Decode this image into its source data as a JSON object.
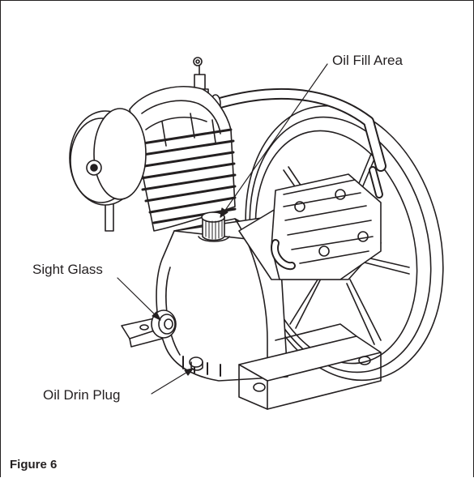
{
  "figure": {
    "caption": "Figure 6",
    "callouts": {
      "oil_fill_area": "Oil Fill Area",
      "sight_glass": "Sight Glass",
      "oil_drain_plug": "Oil Drin Plug"
    },
    "colors": {
      "line": "#231f20",
      "background": "#ffffff"
    }
  }
}
